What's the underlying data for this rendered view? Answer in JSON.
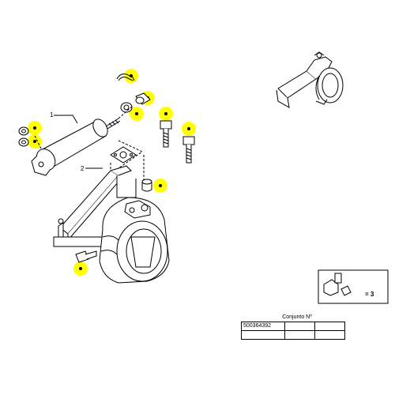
{
  "callouts": {
    "part_1": "1",
    "part_2": "2"
  },
  "legend": {
    "text": "= 3"
  },
  "ref_table": {
    "header": "Conjunto Nº",
    "value": "500364392"
  },
  "colors": {
    "marker": "#ffff00",
    "line": "#000000"
  }
}
